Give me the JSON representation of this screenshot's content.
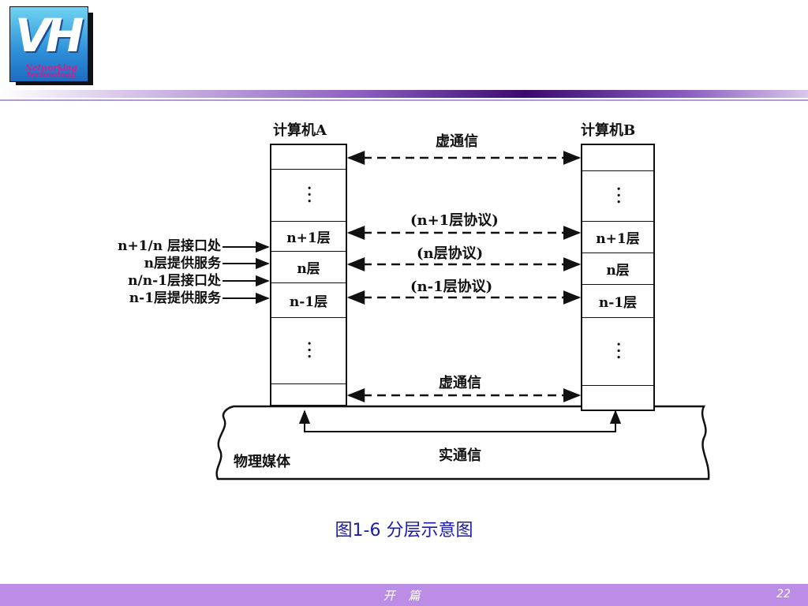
{
  "logo": {
    "letters": "VH",
    "text_line1": "Networking",
    "text_line2": "technology"
  },
  "diagram": {
    "computer_a": "计算机A",
    "computer_b": "计算机B",
    "virtual_top": "虚通信",
    "protocol_n_plus_1": "(n+1层协议)",
    "protocol_n": "(n层协议)",
    "protocol_n_minus_1": "(n-1层协议)",
    "virtual_bottom": "虚通信",
    "physical_medium": "物理媒体",
    "real_comm": "实通信",
    "layer_n_plus_1": "n+1层",
    "layer_n": "n层",
    "layer_n_minus_1": "n-1层",
    "side_labels": [
      "n+1/n 层接口处",
      "n层提供服务",
      "n/n-1层接口处",
      "n-1层提供服务"
    ]
  },
  "caption": "图1-6 分层示意图",
  "footer": {
    "center": "开 篇",
    "page": "22"
  }
}
